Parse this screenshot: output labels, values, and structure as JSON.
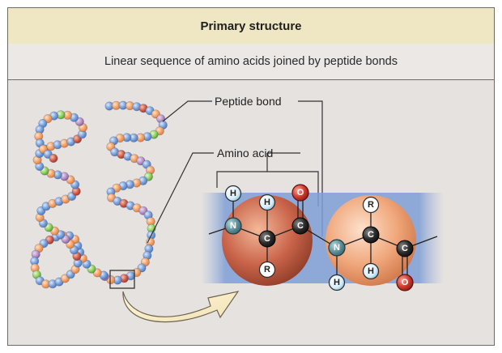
{
  "header": {
    "title": "Primary structure",
    "subtitle": "Linear sequence of amino acids joined by peptide bonds"
  },
  "callouts": {
    "peptide_bond": "Peptide bond",
    "amino_acid": "Amino acid"
  },
  "atoms": {
    "hydrogen": "H",
    "nitrogen": "N",
    "carbon": "C",
    "oxygen": "O",
    "r_group": "R"
  },
  "colors": {
    "title_bg": "#efe6c4",
    "panel_bg": "#e6e2df",
    "bead_blue": "#6f9ad8",
    "bead_orange": "#f2a56a",
    "nitrogen": "#5f8f9a",
    "oxygen": "#d03a2e",
    "carbon": "#2b2b2b",
    "hydrogen": "#dff2fb",
    "sphere_left": "#c9644a",
    "sphere_right": "#f0a77b"
  }
}
